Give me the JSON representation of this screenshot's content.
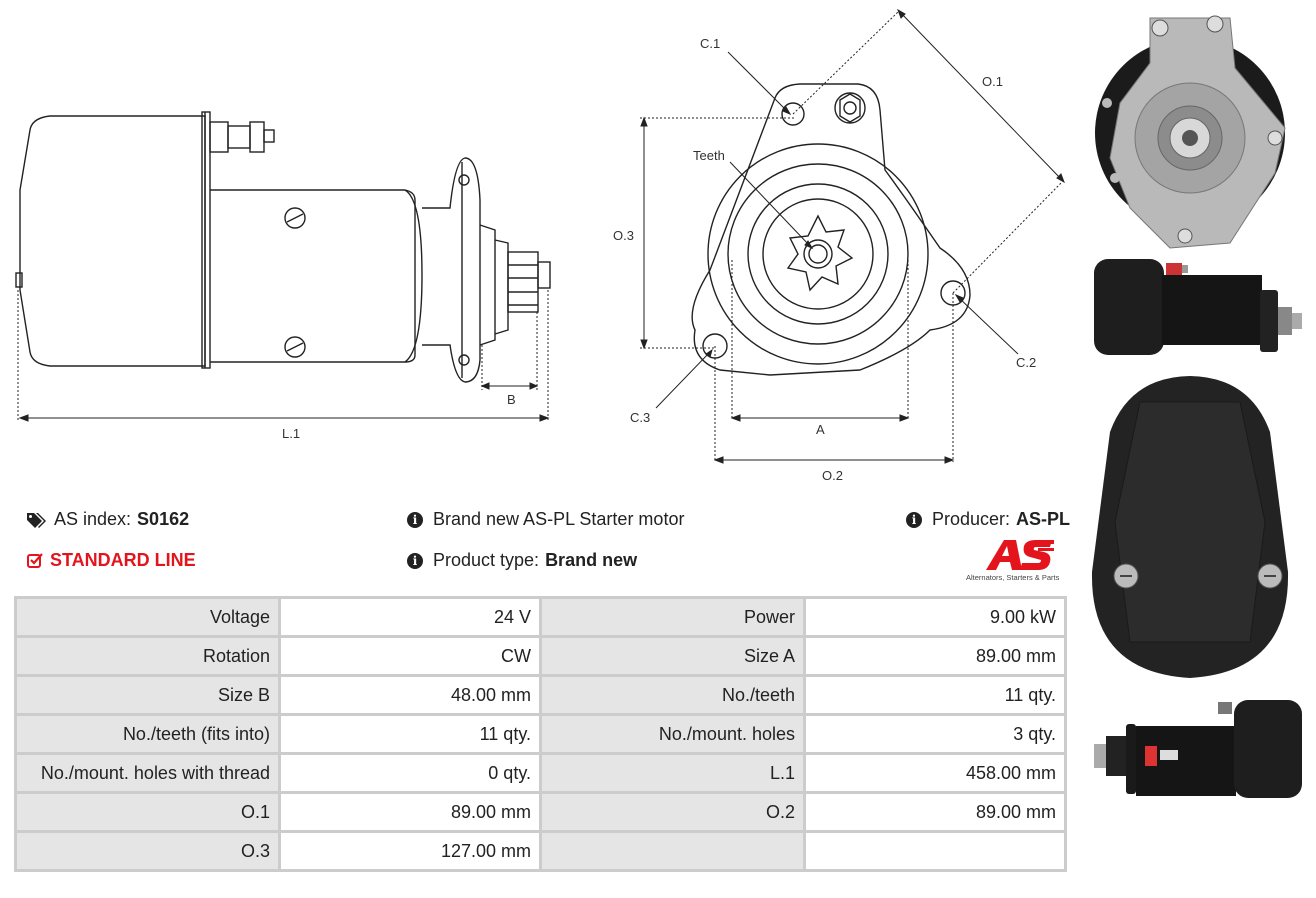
{
  "header": {
    "as_index_label": "AS index:",
    "as_index_value": "S0162",
    "line_label": "STANDARD LINE",
    "description": "Brand new AS-PL Starter motor",
    "product_type_label": "Product type:",
    "product_type_value": "Brand new",
    "producer_label": "Producer:",
    "producer_value": "AS-PL",
    "logo_tagline": "Alternators, Starters & Parts"
  },
  "drawing_labels": {
    "l1": "L.1",
    "b": "B",
    "c1": "C.1",
    "c2": "C.2",
    "c3": "C.3",
    "o1": "O.1",
    "o2": "O.2",
    "o3": "O.3",
    "a": "A",
    "teeth": "Teeth"
  },
  "specs": [
    {
      "l1": "Voltage",
      "v1": "24 V",
      "l2": "Power",
      "v2": "9.00 kW"
    },
    {
      "l1": "Rotation",
      "v1": "CW",
      "l2": "Size A",
      "v2": "89.00 mm"
    },
    {
      "l1": "Size B",
      "v1": "48.00 mm",
      "l2": "No./teeth",
      "v2": "11 qty."
    },
    {
      "l1": "No./teeth (fits into)",
      "v1": "11 qty.",
      "l2": "No./mount. holes",
      "v2": "3 qty."
    },
    {
      "l1": "No./mount. holes with thread",
      "v1": "0 qty.",
      "l2": "L.1",
      "v2": "458.00 mm"
    },
    {
      "l1": "O.1",
      "v1": "89.00 mm",
      "l2": "O.2",
      "v2": "89.00 mm"
    },
    {
      "l1": "O.3",
      "v1": "127.00 mm",
      "l2": "",
      "v2": ""
    }
  ],
  "colors": {
    "accent": "#e3141c",
    "table_label_bg": "#e5e5e5",
    "table_border": "#cccccc"
  }
}
